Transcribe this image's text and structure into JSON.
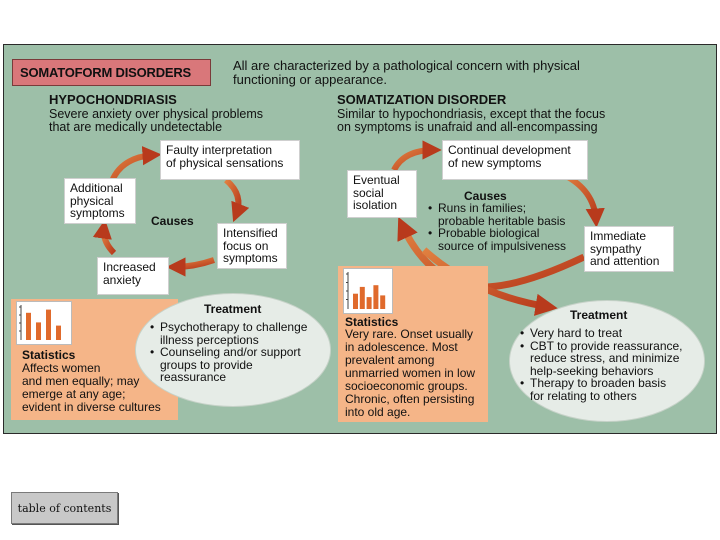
{
  "title": "SOMATOFORM DISORDERS",
  "intro": [
    "All are characterized by a pathological concern with physical",
    "functioning or appearance."
  ],
  "left": {
    "heading": "HYPOCHONDRIASIS",
    "sub": [
      "Severe anxiety over physical problems",
      "that are medically undetectable"
    ],
    "causes_label": "Causes",
    "cycle": [
      [
        "Faulty interpretation",
        "of physical sensations"
      ],
      [
        "Intensified",
        "focus on",
        "symptoms"
      ],
      [
        "Increased",
        "anxiety"
      ],
      [
        "Additional",
        "physical",
        "symptoms"
      ]
    ],
    "statistics": {
      "title": "Statistics",
      "lines": [
        "Affects women",
        "and men equally; may",
        "emerge at  any age;",
        "evident in diverse cultures"
      ],
      "bars": [
        0.85,
        0.55,
        0.95,
        0.45
      ]
    },
    "treatment": {
      "title": "Treatment",
      "items": [
        [
          "Psychotherapy to challenge",
          "illness perceptions"
        ],
        [
          "Counseling and/or support",
          "groups to provide",
          "reassurance"
        ]
      ]
    }
  },
  "right": {
    "heading": "SOMATIZATION DISORDER",
    "sub": [
      "Similar to hypochondriasis, except that the focus",
      "on symptoms is unafraid and all-encompassing"
    ],
    "cycle": [
      [
        "Continual development",
        "of new symptoms"
      ],
      [
        "Immediate",
        "sympathy",
        "and attention"
      ],
      [
        "Eventual",
        "social",
        "isolation"
      ]
    ],
    "causes": {
      "title": "Causes",
      "items": [
        [
          "Runs in families;",
          "probable heritable basis"
        ],
        [
          "Probable biological",
          "source of impulsiveness"
        ]
      ]
    },
    "statistics": {
      "title": "Statistics",
      "lines": [
        "Very rare. Onset usually",
        "in adolescence. Most",
        "prevalent among",
        "unmarried women in low",
        "socioeconomic groups.",
        "Chronic, often persisting",
        "into old age."
      ],
      "bars": [
        0.45,
        0.65,
        0.35,
        0.7,
        0.4
      ]
    },
    "treatment": {
      "title": "Treatment",
      "items": [
        [
          "Very hard to treat"
        ],
        [
          "CBT to provide reassurance,",
          "reduce stress, and minimize",
          "help-seeking behaviors"
        ],
        [
          "Therapy to broaden basis",
          "for relating to others"
        ]
      ]
    }
  },
  "toc_button": "table of contents",
  "colors": {
    "panel": "#9dbfa8",
    "title_box": "#d9777a",
    "statistics": "#f5b588",
    "arrow": "#c8502a",
    "bar": "#e06a2c"
  }
}
